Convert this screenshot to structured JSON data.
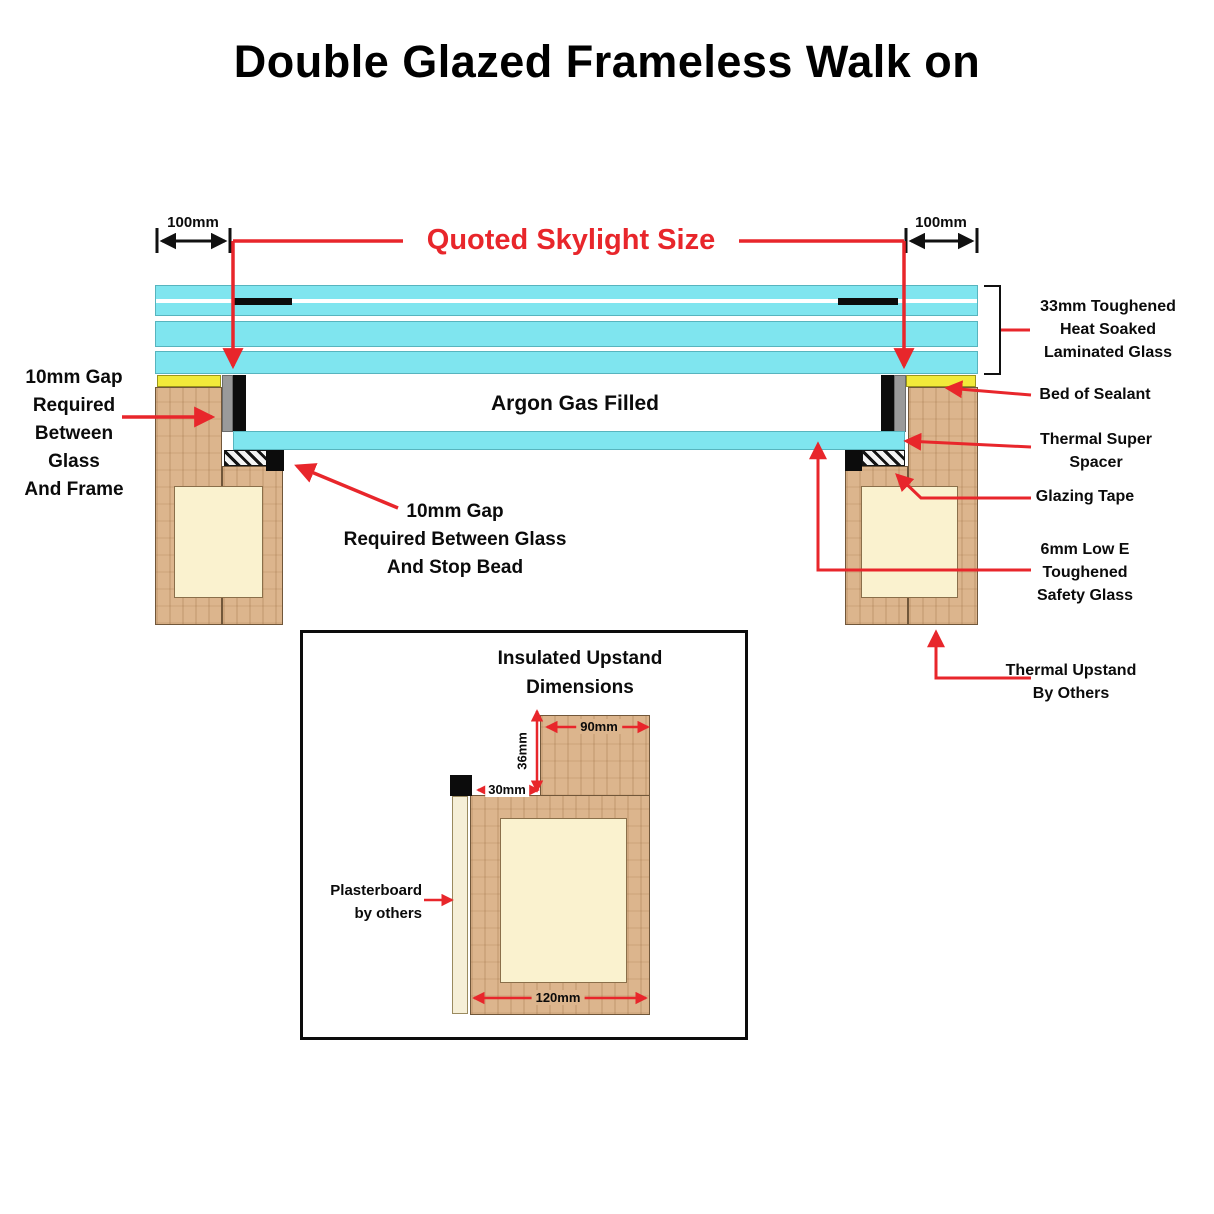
{
  "title": "Double Glazed Frameless Walk on",
  "top_dimensions": {
    "left_overhang": "100mm",
    "right_overhang": "100mm",
    "quoted_size": "Quoted Skylight Size"
  },
  "section": {
    "argon_label": "Argon Gas Filled"
  },
  "annotations": {
    "gap_glass_frame": {
      "lines": [
        "10mm Gap",
        "Required",
        "Between",
        "Glass",
        "And Frame"
      ]
    },
    "gap_stop_bead": {
      "lines": [
        "10mm Gap",
        "Required Between Glass",
        "And Stop Bead"
      ]
    },
    "laminated_glass": {
      "lines": [
        "33mm Toughened",
        "Heat Soaked",
        "Laminated Glass"
      ]
    },
    "bed_of_sealant": {
      "lines": [
        "Bed of Sealant"
      ]
    },
    "thermal_super_spacer": {
      "lines": [
        "Thermal Super",
        "Spacer"
      ]
    },
    "glazing_tape": {
      "lines": [
        "Glazing Tape"
      ]
    },
    "low_e_glass": {
      "lines": [
        "6mm Low E",
        "Toughened",
        "Safety Glass"
      ]
    },
    "thermal_upstand": {
      "lines": [
        "Thermal Upstand",
        "By Others"
      ]
    }
  },
  "inset": {
    "title_lines": [
      "Insulated Upstand",
      "Dimensions"
    ],
    "dims": {
      "top_width": "90mm",
      "step_height": "36mm",
      "step_width": "30mm",
      "base_width": "120mm"
    },
    "plasterboard": {
      "lines": [
        "Plasterboard",
        "by others"
      ]
    }
  },
  "colors": {
    "glass_cyan": "#7fe5ef",
    "wood_tan": "#dcb58d",
    "insulation_cream": "#faf2cf",
    "sealant_yellow": "#f2ea3a",
    "annotation_red": "#e8262b",
    "ink_black": "#0c0c0c"
  }
}
